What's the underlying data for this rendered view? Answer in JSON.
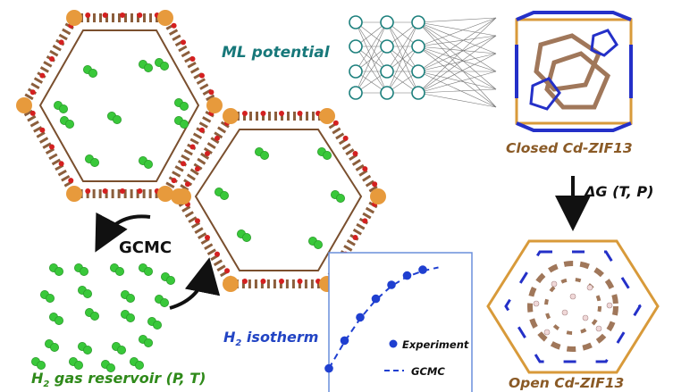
{
  "labels": {
    "ml_potential": "ML potential",
    "closed_structure": "Closed Cd-ZIF13",
    "open_structure": "Open Cd-ZIF13",
    "delta_g": "ΔG (T, P)",
    "gcmc": "GCMC",
    "isotherm_h": "H",
    "isotherm_sub": "2",
    "isotherm_rest": " isotherm",
    "reservoir_h": "H",
    "reservoir_sub": "2",
    "reservoir_rest": " gas reservoir (P, T)"
  },
  "legend": {
    "experiment": "Experiment",
    "gcmc": "GCMC"
  },
  "colors": {
    "framework_bond": "#8b5e3c",
    "metal_node": "#e79a3c",
    "oxygen": "#d42020",
    "hydrogen": "#39c83a",
    "network_node": "#1b7f7c",
    "isotherm_blue": "#1f3fd0",
    "zif_bond": "#a0775a",
    "zif_cd": "#d89a3a",
    "zif_n": "#2430c8"
  },
  "chart_data": {
    "type": "scatter",
    "series": [
      {
        "name": "Experiment",
        "marker": "circle",
        "x": [
          1,
          2,
          3,
          4,
          5,
          6,
          7
        ],
        "y": [
          0.08,
          0.32,
          0.52,
          0.68,
          0.8,
          0.88,
          0.93
        ]
      },
      {
        "name": "GCMC",
        "style": "dashed-line",
        "x": [
          1,
          2,
          3,
          4,
          5,
          6,
          7,
          8
        ],
        "y": [
          0.08,
          0.31,
          0.51,
          0.67,
          0.79,
          0.87,
          0.92,
          0.95
        ]
      }
    ],
    "legend_position": "bottom-right"
  }
}
